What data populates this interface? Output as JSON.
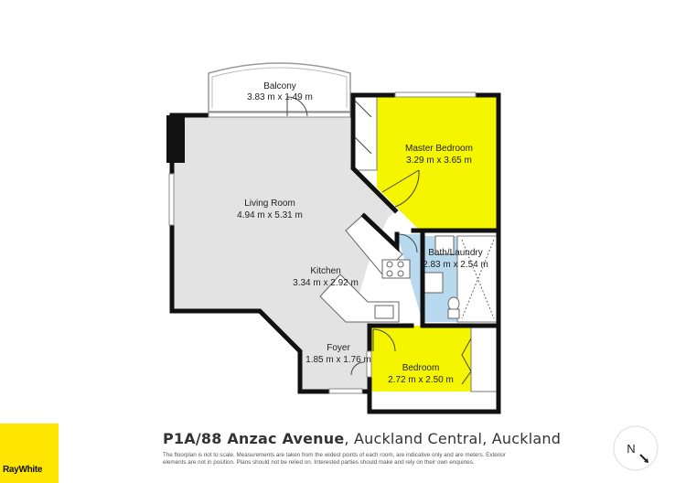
{
  "rooms": [
    {
      "name": "Balcony",
      "dims": "3.83 m x 1.49 m"
    },
    {
      "name": "Master Bedroom",
      "dims": "3.29 m x 3.65 m"
    },
    {
      "name": "Living Room",
      "dims": "4.94 m x 5.31 m"
    },
    {
      "name": "Bath/Laundry",
      "dims": "2.83 m x 2.54 m"
    },
    {
      "name": "Kitchen",
      "dims": "3.34 m x 2.92 m"
    },
    {
      "name": "Foyer",
      "dims": "1.85 m x 1.76 m"
    },
    {
      "name": "Bedroom",
      "dims": "2.72 m x 2.50 m"
    }
  ],
  "address": {
    "unit_street": "P1A/88 Anzac Avenue",
    "suburb_city": ", Auckland Central, Auckland"
  },
  "disclaimer": "The floorplan is not to scale. Measurements are taken from the widest points of each room, are indicative only and are meters. Exterior elements are not in position. Plans should not be relied on. Interested parties should make and rely on their own enquiries.",
  "brand": {
    "name": "RayWhite",
    "color": "#ffe600"
  },
  "compass": {
    "label": "N",
    "icon": "north-arrow-icon"
  },
  "colors": {
    "bedroom_fill": "#f5f500",
    "bath_fill": "#b8d9ee",
    "floor_fill": "#e3e3e3",
    "wall": "#111111"
  }
}
